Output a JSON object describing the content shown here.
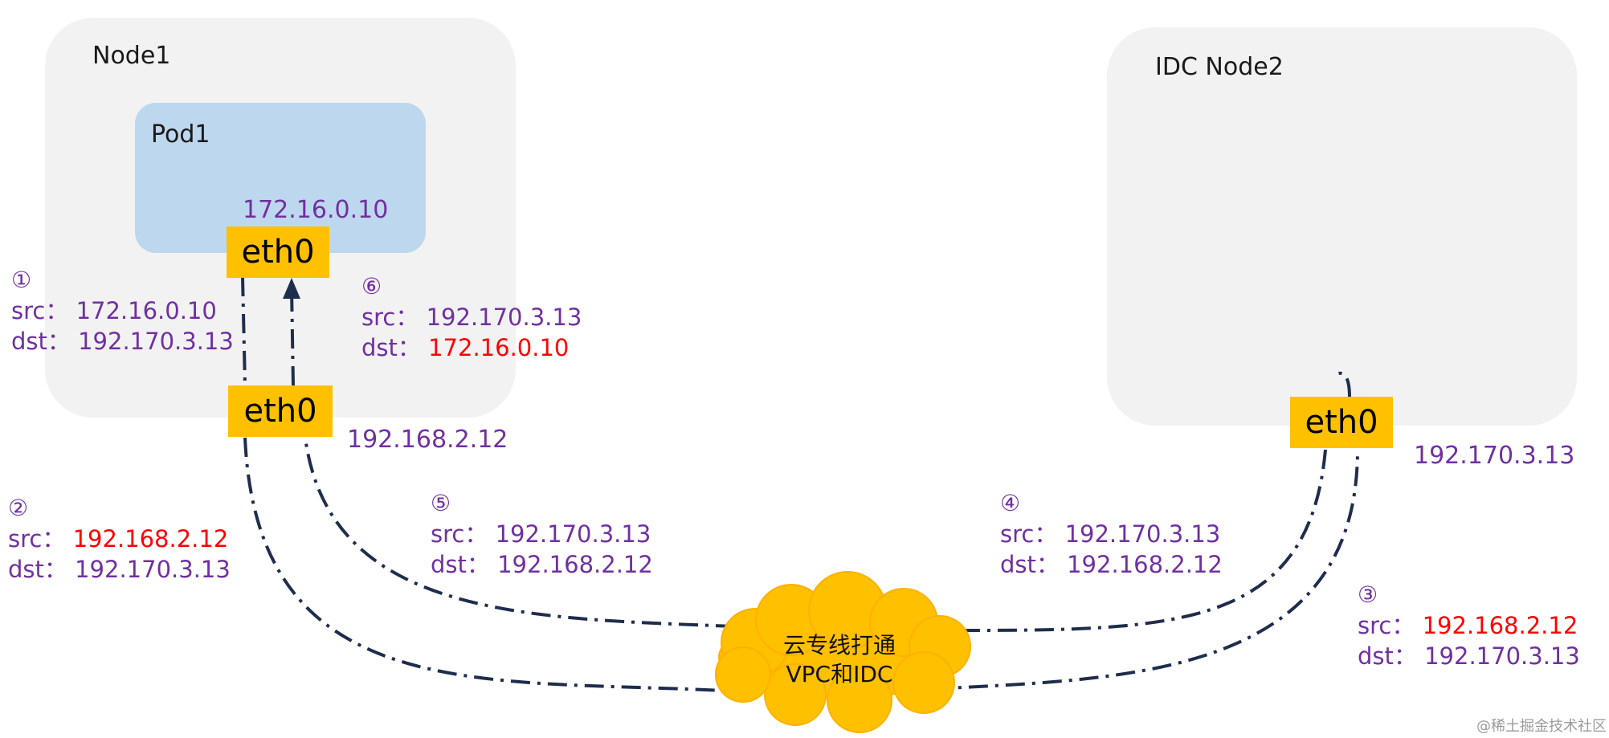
{
  "node1": {
    "label": "Node1"
  },
  "pod1": {
    "label": "Pod1",
    "ip": "172.16.0.10",
    "eth": "eth0"
  },
  "node1_eth": {
    "label": "eth0",
    "ip": "192.168.2.12"
  },
  "node2": {
    "label": "IDC Node2",
    "eth": "eth0",
    "ip": "192.170.3.13"
  },
  "cloud": {
    "line1": "云专线打通",
    "line2": "VPC和IDC"
  },
  "steps": [
    {
      "num": "①",
      "src_label": "src：",
      "src": "172.16.0.10",
      "dst_label": "dst：",
      "dst": "192.170.3.13"
    },
    {
      "num": "②",
      "src_label": "src：",
      "src": "192.168.2.12",
      "dst_label": "dst：",
      "dst": "192.170.3.13"
    },
    {
      "num": "③",
      "src_label": "src：",
      "src": "192.168.2.12",
      "dst_label": "dst：",
      "dst": "192.170.3.13"
    },
    {
      "num": "④",
      "src_label": "src：",
      "src": "192.170.3.13",
      "dst_label": "dst：",
      "dst": "192.168.2.12"
    },
    {
      "num": "⑤",
      "src_label": "src：",
      "src": "192.170.3.13",
      "dst_label": "dst：",
      "dst": "192.168.2.12"
    },
    {
      "num": "⑥",
      "src_label": "src：",
      "src": "192.170.3.13",
      "dst_label": "dst：",
      "dst": "172.16.0.10"
    }
  ],
  "watermark": "@稀土掘金技术社区",
  "colors": {
    "ip_text": "#7030a0",
    "highlight": "#ff0000",
    "eth": "#ffc000",
    "node_bg": "#f2f2f2",
    "pod_bg": "#bdd7ee",
    "line": "#1f2d4d"
  }
}
